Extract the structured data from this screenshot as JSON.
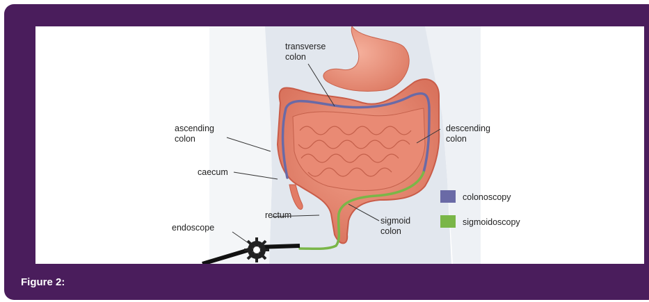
{
  "figure": {
    "caption": "Figure 2:"
  },
  "labels": {
    "transverse_1": "transverse",
    "transverse_2": "colon",
    "ascending_1": "ascending",
    "ascending_2": "colon",
    "caecum": "caecum",
    "rectum": "rectum",
    "endoscope": "endoscope",
    "descending_1": "descending",
    "descending_2": "colon",
    "sigmoid_1": "sigmoid",
    "sigmoid_2": "colon"
  },
  "legend": [
    {
      "label": "colonoscopy",
      "color": "#6a6aa6"
    },
    {
      "label": "sigmoidoscopy",
      "color": "#7ab648"
    }
  ],
  "colors": {
    "frame": "#4a1d5c",
    "body": "#e2e7ee",
    "colon": "#e8806a",
    "colon_dark": "#c95c48",
    "stomach": "#e98c76"
  }
}
